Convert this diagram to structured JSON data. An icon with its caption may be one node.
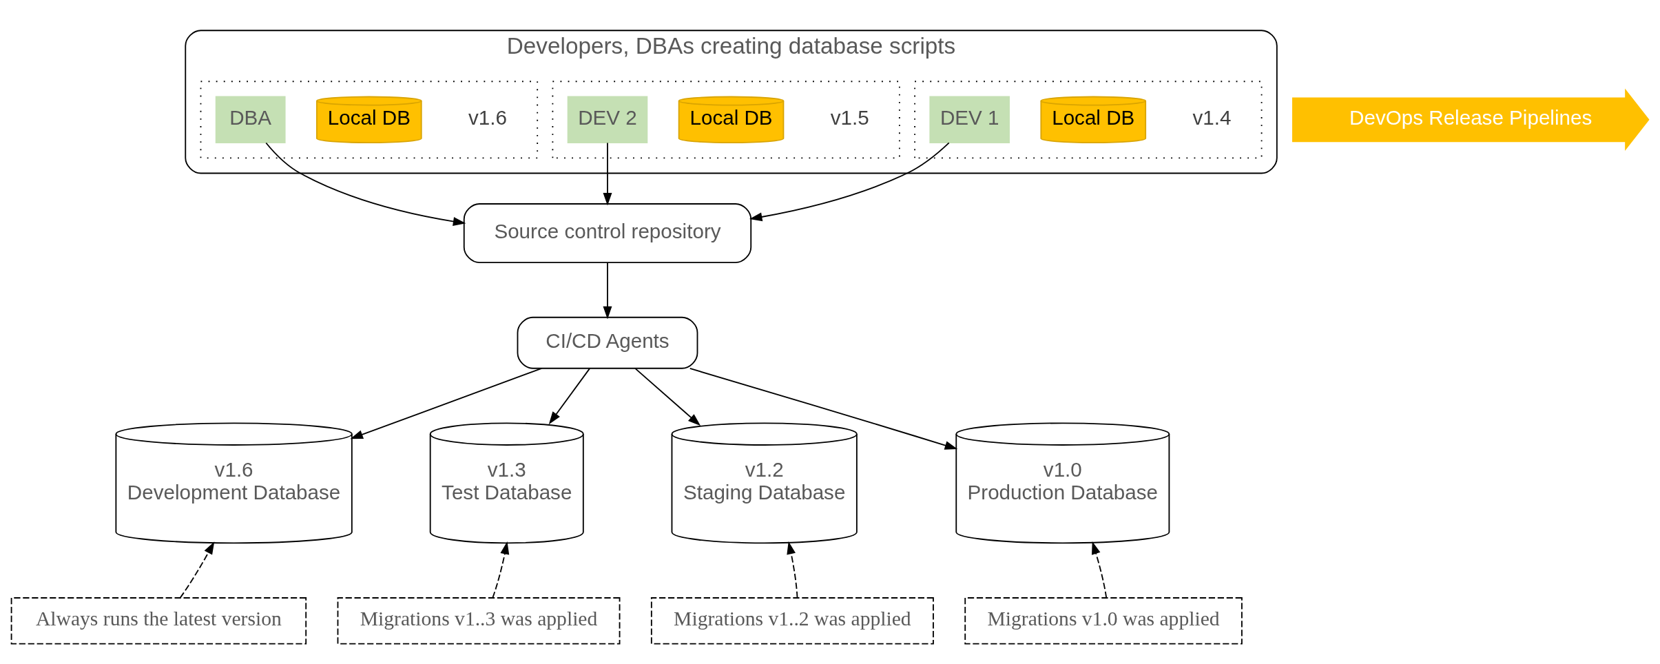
{
  "diagram": {
    "nodes": [
      {
        "text": [
          "Developers, DBAs creating database scripts"
        ]
      },
      {
        "text": [],
        "shape": "box",
        "in": 0
      },
      {
        "text": [
          "Local DB"
        ],
        "in": 1,
        "beside": [
          "v1.4"
        ]
      },
      {
        "text": [
          "DEV 1"
        ],
        "in": 1
      },
      {
        "text": [],
        "shape": "box",
        "in": 0
      },
      {
        "text": [
          "Local DB"
        ],
        "in": 4,
        "beside": [
          "v1.5"
        ]
      },
      {
        "text": [
          "DEV 2"
        ],
        "in": 4
      },
      {
        "text": [],
        "shape": "box",
        "in": 0
      },
      {
        "text": [
          "Local DB"
        ],
        "in": 7,
        "beside": [
          "v1.6"
        ]
      },
      {
        "text": [
          "DBA"
        ],
        "in": 7
      },
      {
        "text": [
          "Source control repository"
        ]
      },
      {
        "text": [
          "CI/CD Agents"
        ]
      },
      {
        "text": [
          "DevOps Release Pipelines"
        ]
      },
      {
        "text": [
          "v1.6",
          "Development Database"
        ]
      },
      {
        "text": [
          "v1.3",
          "Test Database"
        ]
      },
      {
        "text": [
          "v1.2",
          "Staging Database"
        ]
      },
      {
        "text": [
          "v1.0",
          "Production Database"
        ]
      },
      {
        "text": [
          "Always runs the latest version"
        ]
      },
      {
        "text": [
          "Migrations v1..3 was applied"
        ]
      },
      {
        "text": [
          "Migrations v1..2 was applied"
        ]
      },
      {
        "text": [
          "Migrations v1.0 was applied"
        ]
      }
    ],
    "edges": [
      {
        "from": 3,
        "to": 10,
        "arrow": "to"
      },
      {
        "from": 6,
        "to": 10,
        "arrow": "to"
      },
      {
        "from": 9,
        "to": 10,
        "arrow": "to"
      },
      {
        "from": 10,
        "to": 11,
        "arrow": "to"
      },
      {
        "from": 11,
        "to": 13,
        "arrow": "to"
      },
      {
        "from": 11,
        "to": 14,
        "arrow": "to"
      },
      {
        "from": 11,
        "to": 15,
        "arrow": "to"
      },
      {
        "from": 11,
        "to": 16,
        "arrow": "to"
      },
      {
        "from": 17,
        "to": 13,
        "arrow": "to",
        "style": "dashed"
      },
      {
        "from": 18,
        "to": 14,
        "arrow": "to",
        "style": "dashed"
      },
      {
        "from": 19,
        "to": 15,
        "arrow": "to",
        "style": "dashed"
      },
      {
        "from": 20,
        "to": 16,
        "arrow": "to",
        "style": "dashed"
      }
    ]
  }
}
